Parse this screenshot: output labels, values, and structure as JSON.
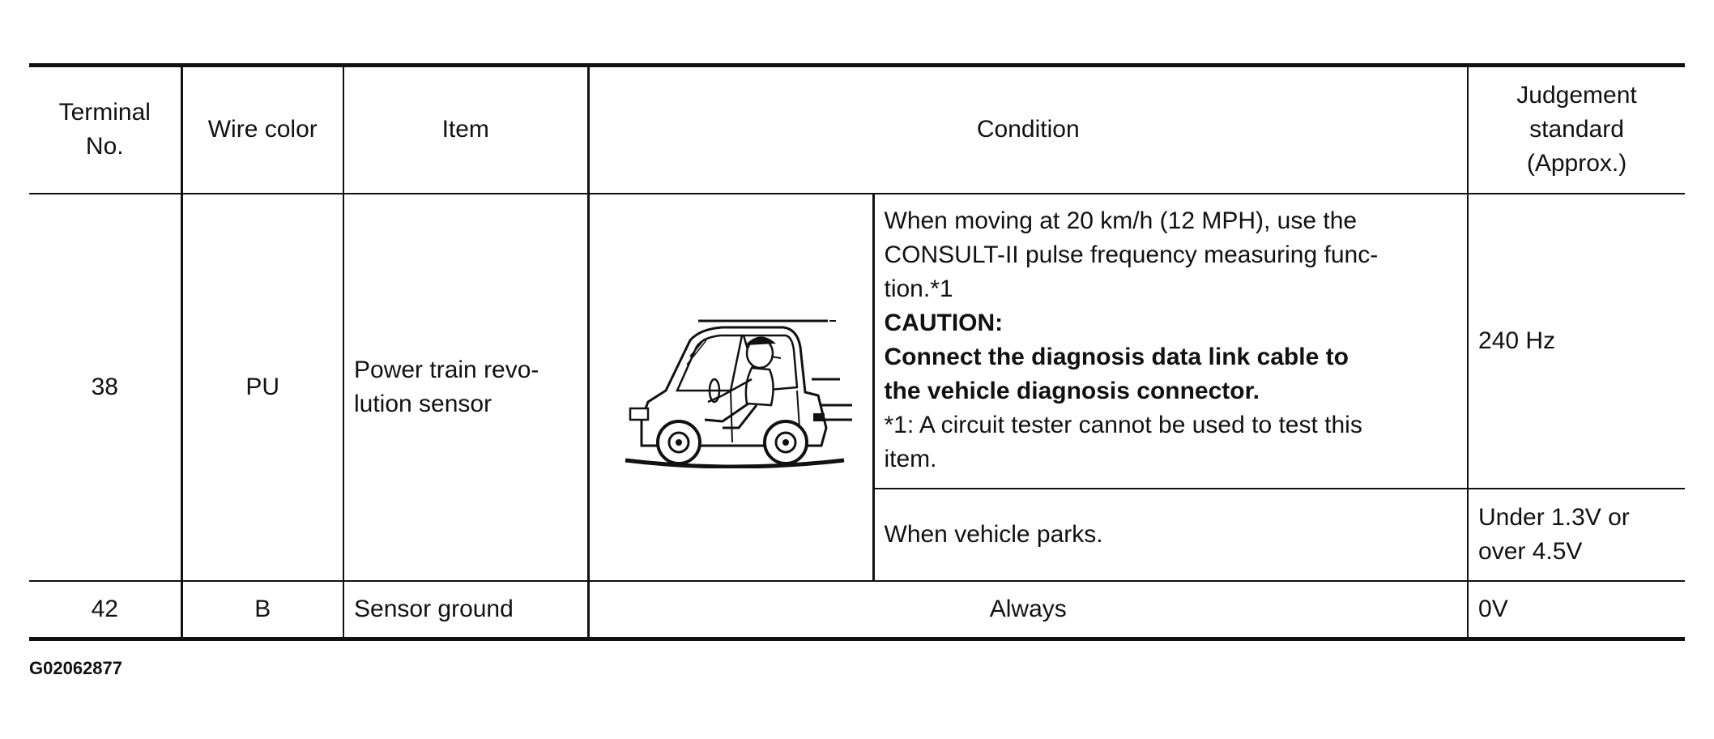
{
  "table": {
    "headers": {
      "terminal_no_line1": "Terminal",
      "terminal_no_line2": "No.",
      "wire_color": "Wire color",
      "item": "Item",
      "condition": "Condition",
      "judgement_line1": "Judgement",
      "judgement_line2": "standard",
      "judgement_line3": "(Approx.)"
    },
    "rows": [
      {
        "terminal": "38",
        "wire_color": "PU",
        "item_line1": "Power train revo-",
        "item_line2": "lution sensor",
        "illustration": "car-driving-icon",
        "conditions": [
          {
            "text_line1": "When moving at 20 km/h (12 MPH), use the",
            "text_line2": "CONSULT-II pulse frequency measuring func-",
            "text_line3": "tion.*1",
            "caution_label": "CAUTION:",
            "caution_line1": "Connect the diagnosis data link cable to",
            "caution_line2": "the vehicle diagnosis connector.",
            "note_line1": "*1: A circuit tester cannot be used to test this",
            "note_line2": "item.",
            "standard": "240 Hz"
          },
          {
            "text": "When vehicle parks.",
            "standard_line1": "Under 1.3V or",
            "standard_line2": "over 4.5V"
          }
        ]
      },
      {
        "terminal": "42",
        "wire_color": "B",
        "item": "Sensor ground",
        "condition": "Always",
        "standard": "0V"
      }
    ]
  },
  "figure_code": "G02062877"
}
